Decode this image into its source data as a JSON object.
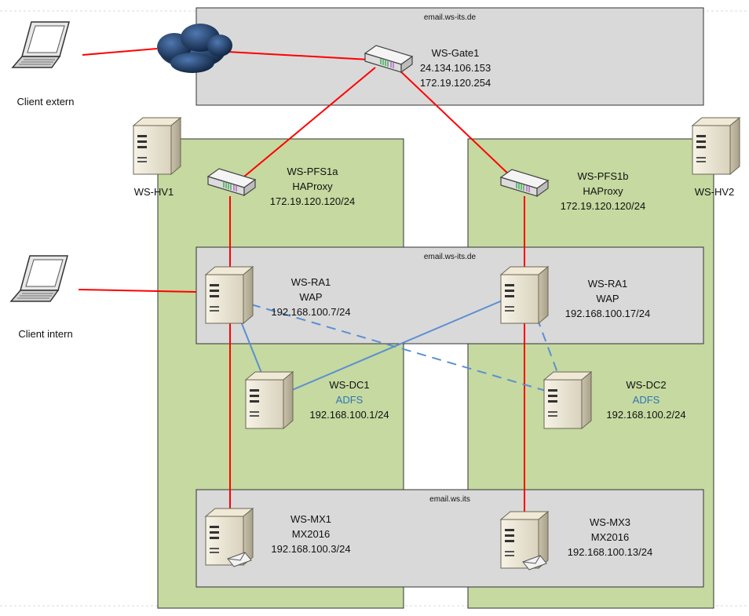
{
  "zones": {
    "gate": "email.ws-its.de",
    "ra": "email.ws-its.de",
    "mx": "email.ws.its"
  },
  "clients": {
    "extern": "Client extern",
    "intern": "Client intern"
  },
  "hosts": {
    "hv1": "WS-HV1",
    "hv2": "WS-HV2"
  },
  "gate": {
    "name": "WS-Gate1",
    "ip1": "24.134.106.153",
    "ip2": "172.19.120.254"
  },
  "pfs1a": {
    "name": "WS-PFS1a",
    "role": "HAProxy",
    "ip": "172.19.120.120/24"
  },
  "pfs1b": {
    "name": "WS-PFS1b",
    "role": "HAProxy",
    "ip": "172.19.120.120/24"
  },
  "ra_left": {
    "name": "WS-RA1",
    "role": "WAP",
    "ip": "192.168.100.7/24"
  },
  "ra_right": {
    "name": "WS-RA1",
    "role": "WAP",
    "ip": "192.168.100.17/24"
  },
  "dc1": {
    "name": "WS-DC1",
    "role": "ADFS",
    "ip": "192.168.100.1/24"
  },
  "dc2": {
    "name": "WS-DC2",
    "role": "ADFS",
    "ip": "192.168.100.2/24"
  },
  "mx1": {
    "name": "WS-MX1",
    "role": "MX2016",
    "ip": "192.168.100.3/24"
  },
  "mx3": {
    "name": "WS-MX3",
    "role": "MX2016",
    "ip": "192.168.100.13/24"
  },
  "colors": {
    "hv_zone": "#c5d9a0",
    "grey_zone": "#d9d9d9",
    "red_link": "#ff0000",
    "blue_link": "#5b8fd3"
  }
}
